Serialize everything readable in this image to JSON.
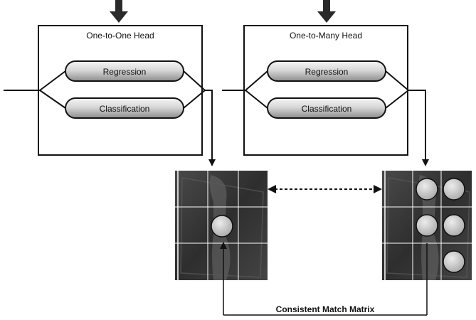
{
  "heads": [
    {
      "title": "One-to-One Head",
      "branches": [
        "Regression",
        "Classification"
      ]
    },
    {
      "title": "One-to-Many Head",
      "branches": [
        "Regression",
        "Classification"
      ]
    }
  ],
  "caption": "Consistent Match Matrix",
  "colors": {
    "stroke": "#111111",
    "pill_light": "#f4f4f4",
    "pill_dark": "#9a9a9a",
    "xray_bg": "#3a3a3a",
    "grid_line": "#ffffff",
    "circle_fill": "#d2d2d2"
  }
}
